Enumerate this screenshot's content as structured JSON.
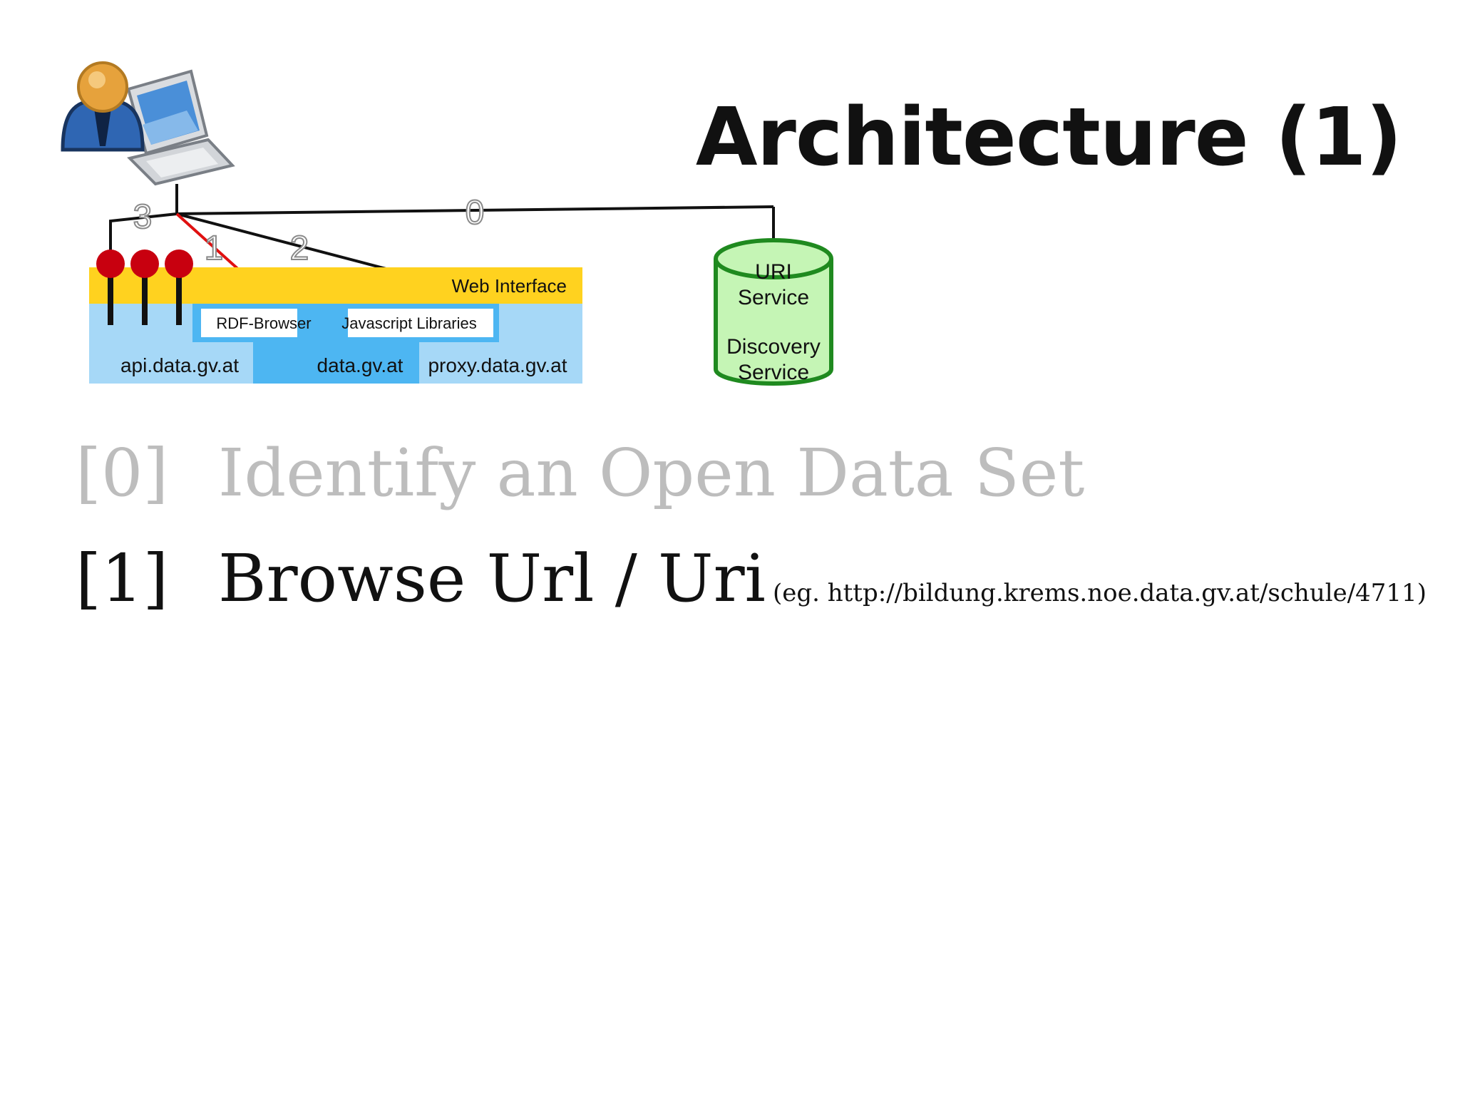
{
  "title": "Architecture (1)",
  "diagram": {
    "colors": {
      "web_interface": "#FFD21F",
      "lower_band": "#A6D8F7",
      "center_band": "#4DB6F2",
      "pin": "#C8000F",
      "cylinder_fill": "#C5F5B5",
      "cylinder_stroke": "#1F8A1F",
      "browse_link": "#E01010"
    },
    "step_labels": [
      "0",
      "1",
      "2",
      "3"
    ],
    "web_interface": "Web Interface",
    "rdf_browser": "RDF-Browser",
    "js_libraries": "Javascript Libraries",
    "hosts": [
      "api.data.gv.at",
      "data.gv.at",
      "proxy.data.gv.at"
    ],
    "uri_service": [
      "URI",
      "Service"
    ],
    "discovery_service": [
      "Discovery",
      "Service"
    ],
    "user_icon": "user-with-laptop-icon"
  },
  "bullets": [
    {
      "num": "[0]",
      "text": "Identify an Open Data Set",
      "note": ""
    },
    {
      "num": "[1]",
      "text": "Browse Url / Uri",
      "note": "(eg. http://bildung.krems.noe.data.gv.at/schule/4711)"
    }
  ]
}
